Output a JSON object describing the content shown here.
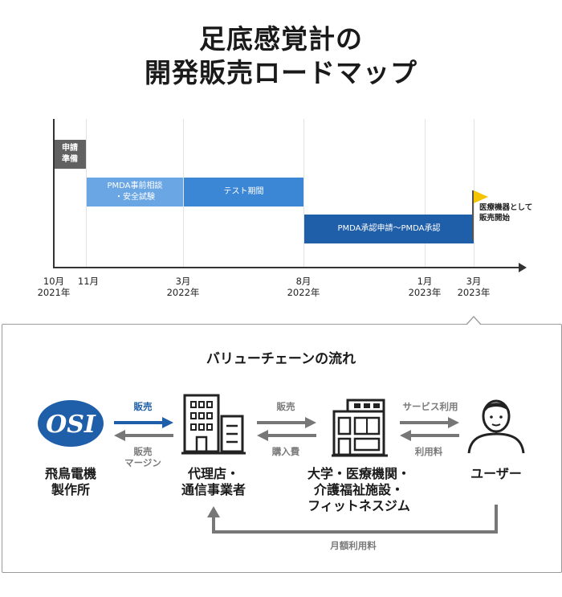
{
  "title": {
    "line1": "足底感覚計の",
    "line2": "開発販売ロードマップ"
  },
  "timeline": {
    "bars": [
      {
        "line1": "申請",
        "line2": "準備",
        "color": "#616161"
      },
      {
        "line1": "PMDA事前相談",
        "line2": "・安全試験",
        "color": "#6aa6e3"
      },
      {
        "line1": "テスト期間",
        "line2": "",
        "color": "#3b87d6"
      },
      {
        "line1": "PMDA承認申請〜PMDA承認",
        "line2": "",
        "color": "#1f5ea8"
      }
    ],
    "milestone": {
      "line1": "医療機器として",
      "line2": "販売開始",
      "flag_color": "#f5c400"
    },
    "ticks": [
      {
        "month": "10月",
        "year": "2021年"
      },
      {
        "month": "11月",
        "year": ""
      },
      {
        "month": "3月",
        "year": "2022年"
      },
      {
        "month": "8月",
        "year": "2022年"
      },
      {
        "month": "1月",
        "year": "2023年"
      },
      {
        "month": "3月",
        "year": "2023年"
      }
    ]
  },
  "value_chain": {
    "title": "バリューチェーンの流れ",
    "logo_text": "OSI",
    "nodes": [
      {
        "line1": "飛鳥電機",
        "line2": "製作所",
        "line3": ""
      },
      {
        "line1": "代理店・",
        "line2": "通信事業者",
        "line3": ""
      },
      {
        "line1": "大学・医療機関・",
        "line2": "介護福祉施設・",
        "line3": "フィットネスジム"
      },
      {
        "line1": "ユーザー",
        "line2": "",
        "line3": ""
      }
    ],
    "flows": {
      "sales_forward_1": "販売",
      "sales_back_1_line1": "販売",
      "sales_back_1_line2": "マージン",
      "sales_forward_2": "販売",
      "purchase_back_2": "購入費",
      "service_forward_3": "サービス利用",
      "fee_back_3": "利用料",
      "monthly_fee": "月額利用料"
    },
    "colors": {
      "accent": "#1f5ea8",
      "muted": "#777777",
      "icon": "#222222"
    }
  }
}
